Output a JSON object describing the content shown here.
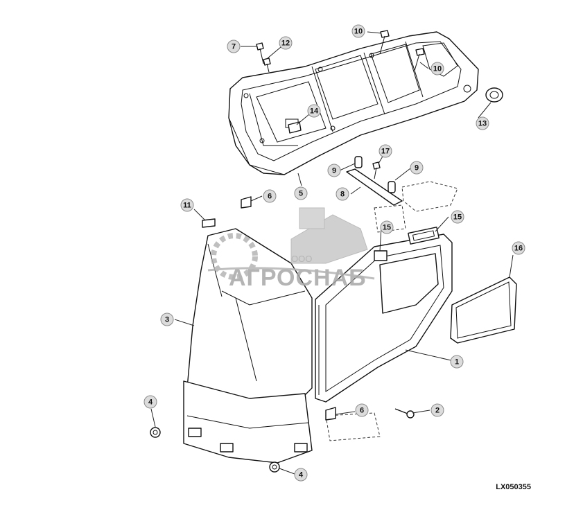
{
  "diagram": {
    "drawing_code": "LX050355",
    "callouts": [
      {
        "label": "1"
      },
      {
        "label": "2"
      },
      {
        "label": "3"
      },
      {
        "label": "4"
      },
      {
        "label": "4"
      },
      {
        "label": "5"
      },
      {
        "label": "6"
      },
      {
        "label": "6"
      },
      {
        "label": "7"
      },
      {
        "label": "8"
      },
      {
        "label": "9"
      },
      {
        "label": "9"
      },
      {
        "label": "10"
      },
      {
        "label": "10"
      },
      {
        "label": "11"
      },
      {
        "label": "12"
      },
      {
        "label": "13"
      },
      {
        "label": "14"
      },
      {
        "label": "15"
      },
      {
        "label": "15"
      },
      {
        "label": "16"
      },
      {
        "label": "17"
      }
    ]
  },
  "watermark": {
    "company_prefix": "ООО",
    "company_name": "АГРОСНАБ"
  }
}
